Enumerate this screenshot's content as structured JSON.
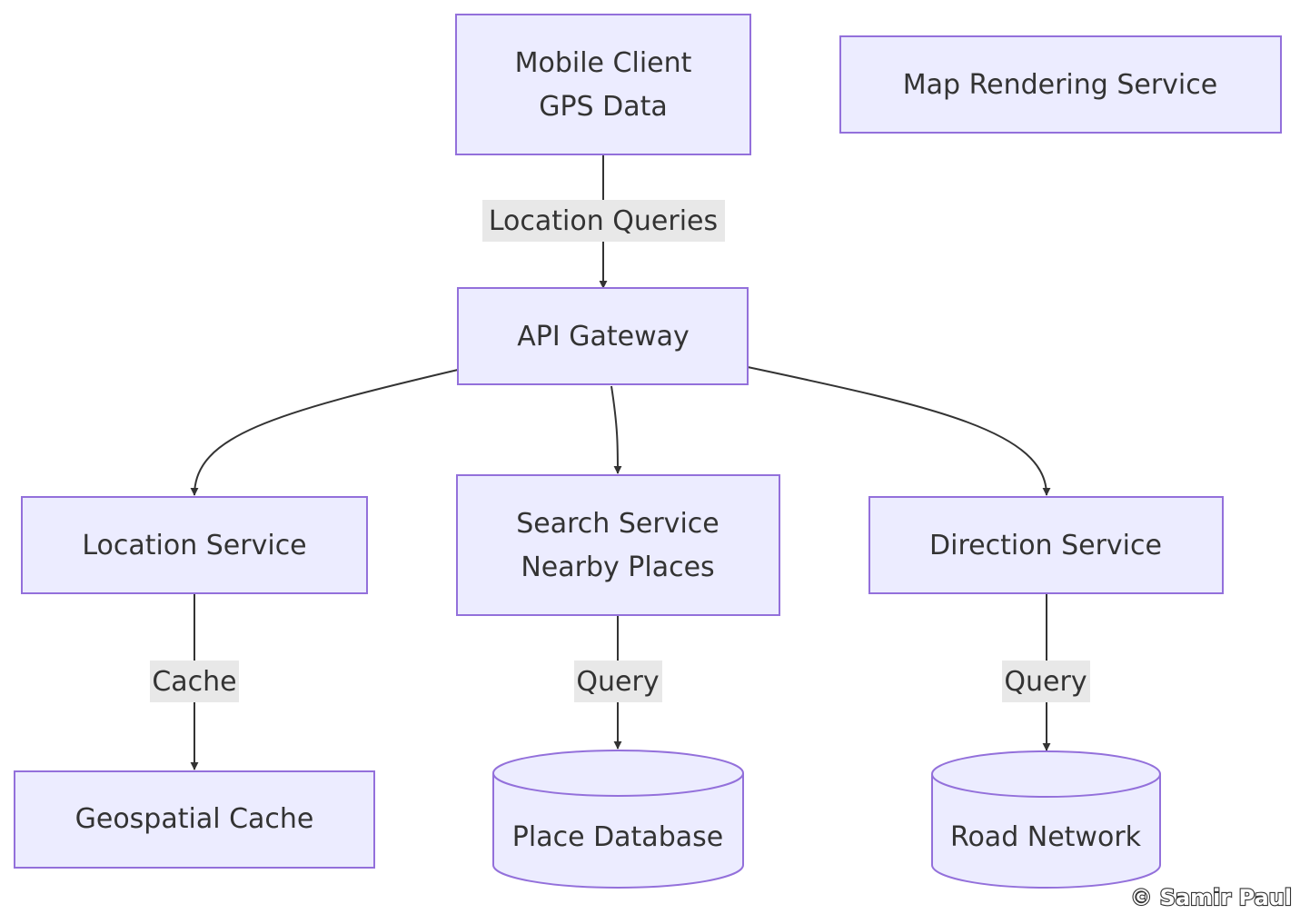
{
  "colors": {
    "node_fill": "#ECECFF",
    "node_stroke": "#9370DB",
    "edge": "#333333",
    "edge_label_bg": "#E8E8E8",
    "text": "#333333"
  },
  "nodes": {
    "mobile_client": {
      "line1": "Mobile Client",
      "line2": "GPS Data"
    },
    "map_rendering": {
      "label": "Map Rendering Service"
    },
    "api_gateway": {
      "label": "API Gateway"
    },
    "location_service": {
      "label": "Location Service"
    },
    "search_service": {
      "line1": "Search Service",
      "line2": "Nearby Places"
    },
    "direction_service": {
      "label": "Direction Service"
    },
    "geospatial_cache": {
      "label": "Geospatial Cache"
    },
    "place_database": {
      "label": "Place Database"
    },
    "road_network": {
      "label": "Road Network"
    }
  },
  "edges": {
    "mobile_to_gateway": {
      "label": "Location Queries"
    },
    "gateway_to_location": {
      "label": ""
    },
    "gateway_to_search": {
      "label": ""
    },
    "gateway_to_direction": {
      "label": ""
    },
    "location_to_cache": {
      "label": "Cache"
    },
    "search_to_placedb": {
      "label": "Query"
    },
    "direction_to_road": {
      "label": "Query"
    }
  },
  "watermark": "© Samir Paul"
}
